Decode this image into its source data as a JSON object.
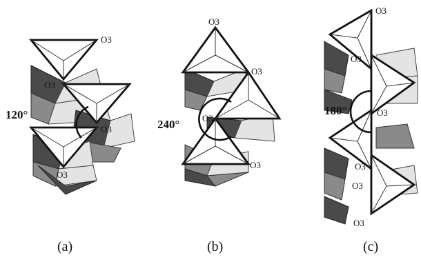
{
  "panels": [
    {
      "caption": "(a)",
      "angle": "120°",
      "labels": [
        "O3",
        "O3",
        "O3",
        "O3"
      ]
    },
    {
      "caption": "(b)",
      "angle": "240°",
      "labels": [
        "O3",
        "O3",
        "O3",
        "O3"
      ]
    },
    {
      "caption": "(c)",
      "angle": "180°",
      "labels": [
        "O3",
        "O3",
        "O3",
        "O3",
        "O3",
        "O3"
      ]
    }
  ]
}
